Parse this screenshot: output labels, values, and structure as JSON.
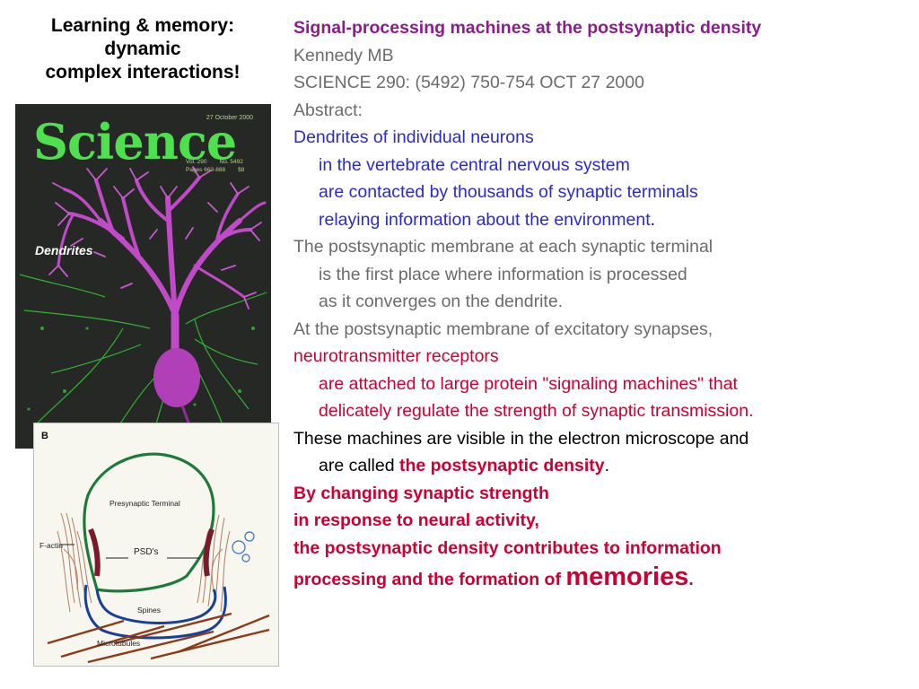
{
  "heading": {
    "line1": "Learning & memory:",
    "line2": "dynamic",
    "line3": "complex interactions!"
  },
  "cover": {
    "title": "Science",
    "date": "27 October 2000",
    "vol_label": "Vol. 290",
    "no_label": "No. 5492",
    "pages_label": "Pages 663-888",
    "price": "$8",
    "caption": "Dendrites"
  },
  "figure": {
    "letter": "B",
    "presynaptic": "Presynaptic Terminal",
    "psd": "PSD's",
    "factin": "F-actin",
    "spines": "Spines",
    "microtubules": "Microtubules"
  },
  "citation": {
    "title": "Signal-processing machines at the postsynaptic density",
    "author": "Kennedy MB",
    "journal": "SCIENCE 290: (5492) 750-754 OCT 27 2000",
    "abstract_label": "Abstract:"
  },
  "abstract": {
    "l1": "Dendrites of individual neurons",
    "l2": "in the vertebrate central nervous system",
    "l3": "are contacted by thousands of synaptic terminals",
    "l4": "relaying information about the environment",
    "period": ".",
    "l5": "The postsynaptic membrane at each synaptic terminal",
    "l6": "is the first place where information is processed",
    "l7": "as it converges on the dendrite.",
    "l8": "At the postsynaptic membrane of excitatory synapses,",
    "l9": "neurotransmitter receptors",
    "l10": "are attached to large protein \"signaling machines\" that",
    "l11": "delicately regulate the strength of synaptic transmission.",
    "l12": "These machines are visible in the electron microscope and",
    "l13_pre": "are called ",
    "l13_hl": "the postsynaptic density",
    "l13_post": ".",
    "l14": "By changing synaptic strength",
    "l15": "in response to neural activity,",
    "l16": "the postsynaptic density contributes to information",
    "l17_pre": "processing and the formation of ",
    "l17_big": "memories",
    "l17_post": "."
  }
}
